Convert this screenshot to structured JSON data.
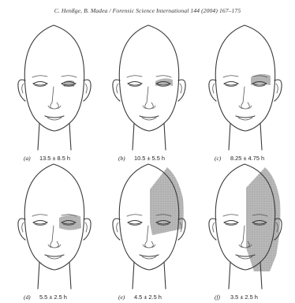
{
  "header": {
    "running_head": "C. Henßge, B. Madea / Forensic Science International 144 (2004) 167–175"
  },
  "panels": [
    {
      "letter": "(a)",
      "value": "13.5 ± 8.5 h",
      "shading": "right-upper-eyelid-small"
    },
    {
      "letter": "(b)",
      "value": "10.5 ± 5.5 h",
      "shading": "right-upper-eyelid"
    },
    {
      "letter": "(c)",
      "value": "8.25 ± 4.75 h",
      "shading": "right-upper-eyelid-and-brow"
    },
    {
      "letter": "(d)",
      "value": "5.5 ± 2.5 h",
      "shading": "right-eye-both-lids"
    },
    {
      "letter": "(e)",
      "value": "4.5 ± 2.5 h",
      "shading": "right-upper-face"
    },
    {
      "letter": "(f)",
      "value": "3.5 ± 2.5 h",
      "shading": "right-half-face"
    }
  ],
  "colors": {
    "shading": "#b9b9b9",
    "line": "#3a3a3a"
  }
}
